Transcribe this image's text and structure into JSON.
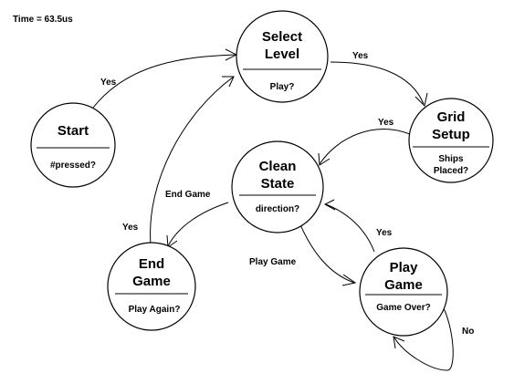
{
  "timer": "Time = 63.5us",
  "states": {
    "start": {
      "name_lines": [
        "Start"
      ],
      "condition_lines": [
        "#pressed?"
      ]
    },
    "select_level": {
      "name_lines": [
        "Select",
        "Level"
      ],
      "condition_lines": [
        "Play?"
      ]
    },
    "grid_setup": {
      "name_lines": [
        "Grid",
        "Setup"
      ],
      "condition_lines": [
        "Ships",
        "Placed?"
      ]
    },
    "clean_state": {
      "name_lines": [
        "Clean",
        "State"
      ],
      "condition_lines": [
        "direction?"
      ]
    },
    "end_game": {
      "name_lines": [
        "End",
        "Game"
      ],
      "condition_lines": [
        "Play Again?"
      ]
    },
    "play_game": {
      "name_lines": [
        "Play",
        "Game"
      ],
      "condition_lines": [
        "Game Over?"
      ]
    }
  },
  "transitions": {
    "start_to_select": "Yes",
    "select_to_grid": "Yes",
    "grid_to_clean": "Yes",
    "clean_to_end": "End Game",
    "end_to_select": "Yes",
    "clean_to_play": "Play Game",
    "play_to_clean": "Yes",
    "play_self_loop": "No"
  }
}
